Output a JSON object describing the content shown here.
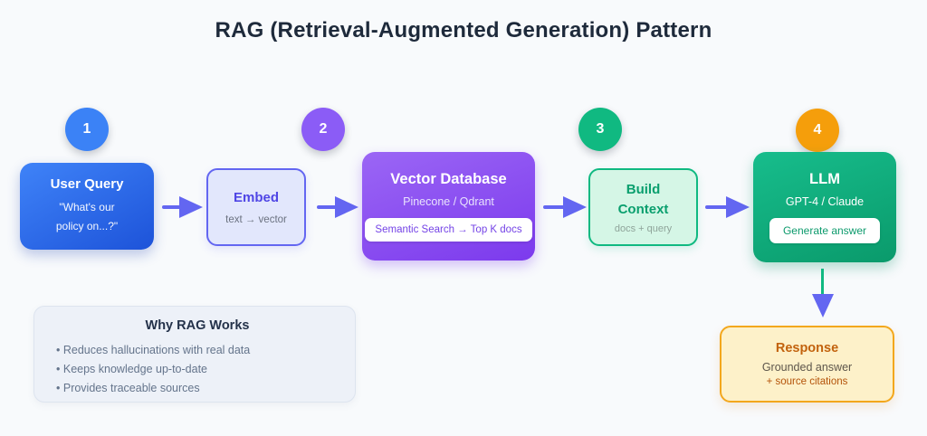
{
  "title": "RAG (Retrieval-Augmented Generation) Pattern",
  "step_badges": [
    {
      "number": "1"
    },
    {
      "number": "2"
    },
    {
      "number": "3"
    },
    {
      "number": "4"
    }
  ],
  "nodes": {
    "user_query": {
      "title": "User Query",
      "subtitle": "\"What's our policy on...?\""
    },
    "embed": {
      "title": "Embed",
      "subtitle": "text → vector"
    },
    "vector_database": {
      "title": "Vector Database",
      "subtitle": "Pinecone / Qdrant",
      "badge": "Semantic Search → Top K docs"
    },
    "build_context": {
      "title": "Build Context",
      "subtitle": "docs + query"
    },
    "llm": {
      "title": "LLM",
      "subtitle": "GPT-4 / Claude",
      "badge": "Generate answer"
    },
    "response": {
      "title": "Response",
      "subtitle_line1": "Grounded answer",
      "subtitle_line2": "+ source citations"
    }
  },
  "why_panel": {
    "title": "Why RAG Works",
    "bullets": [
      "Reduces hallucinations with real data",
      "Keeps knowledge up-to-date",
      "Provides traceable sources"
    ]
  },
  "colors": {
    "background": "#f8fafc",
    "title_text": "#1e2a3b",
    "arrow": "#6366f1",
    "badge_blue": "#3b82f6",
    "badge_purple": "#8b5cf6",
    "badge_green": "#10b981",
    "badge_orange": "#f59e0b",
    "down_arrow_stem": "#10b981"
  }
}
